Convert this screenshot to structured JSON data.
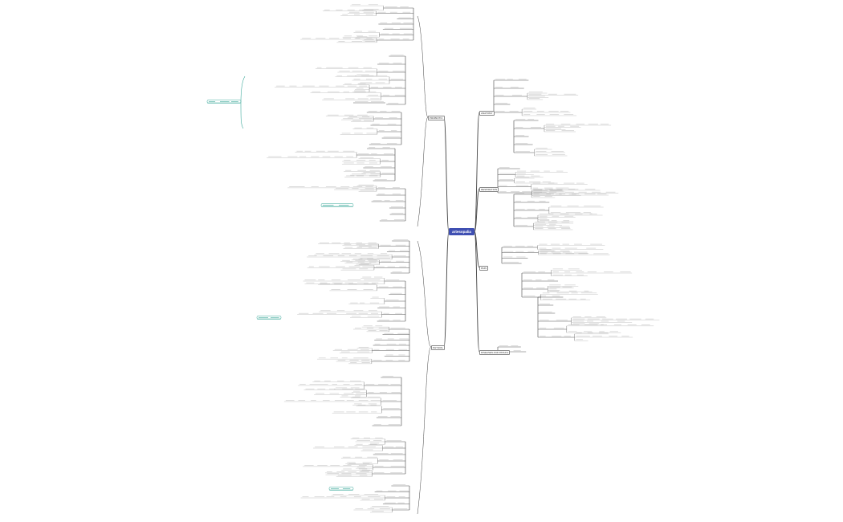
{
  "root": {
    "label": "artesopalia"
  },
  "branches": [
    {
      "id": "b1",
      "label": "PROBIOTIC",
      "side": "left"
    },
    {
      "id": "b2",
      "label": "PHYSIOL",
      "side": "left"
    },
    {
      "id": "b3",
      "label": "ANATOMY",
      "side": "right"
    },
    {
      "id": "b4",
      "label": "RESPIRATION",
      "side": "right"
    },
    {
      "id": "b5",
      "label": "PAIN",
      "side": "right"
    },
    {
      "id": "b6",
      "label": "DISEASES AND PATHOL",
      "side": "right"
    }
  ],
  "colors": {
    "root_fill": "#3f4fb2",
    "line": "#444444",
    "node_text": "#333333",
    "leaf_text": "#888888",
    "accent_teal": "#3aa89a",
    "background": "#ffffff"
  }
}
